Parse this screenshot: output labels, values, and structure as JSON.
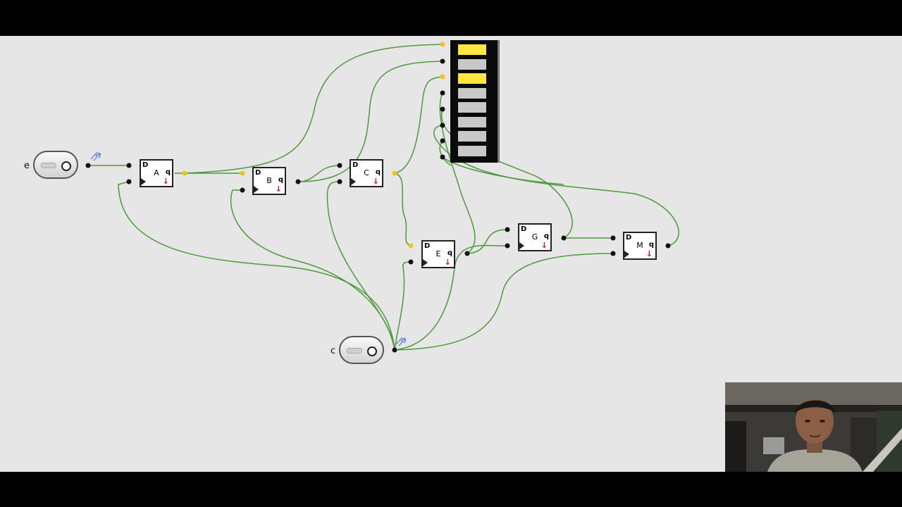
{
  "inputs": [
    {
      "id": "e",
      "label": "e"
    },
    {
      "id": "c",
      "label": "c"
    }
  ],
  "flip_flops": [
    {
      "id": "A",
      "label": "A",
      "d": "D",
      "q": "q"
    },
    {
      "id": "B",
      "label": "B",
      "d": "D",
      "q": "q"
    },
    {
      "id": "C",
      "label": "C",
      "d": "D",
      "q": "q"
    },
    {
      "id": "E",
      "label": "E",
      "d": "D",
      "q": "q"
    },
    {
      "id": "G",
      "label": "G",
      "d": "D",
      "q": "q"
    },
    {
      "id": "M",
      "label": "M",
      "d": "D",
      "q": "q"
    }
  ],
  "display": {
    "segments": [
      true,
      false,
      true,
      false,
      false,
      false,
      false,
      false
    ],
    "on_color": "#ffe640",
    "off_color": "#c8c8c8"
  },
  "colors": {
    "wire": "#4c9a3c",
    "active_pin": "#f0c419",
    "pin": "#111111",
    "background": "#e6e6e6"
  },
  "icons": {
    "reset": "red-down-arrow-icon",
    "pointer": "hand-cursor-icon",
    "clock": "clock-triangle-icon"
  }
}
